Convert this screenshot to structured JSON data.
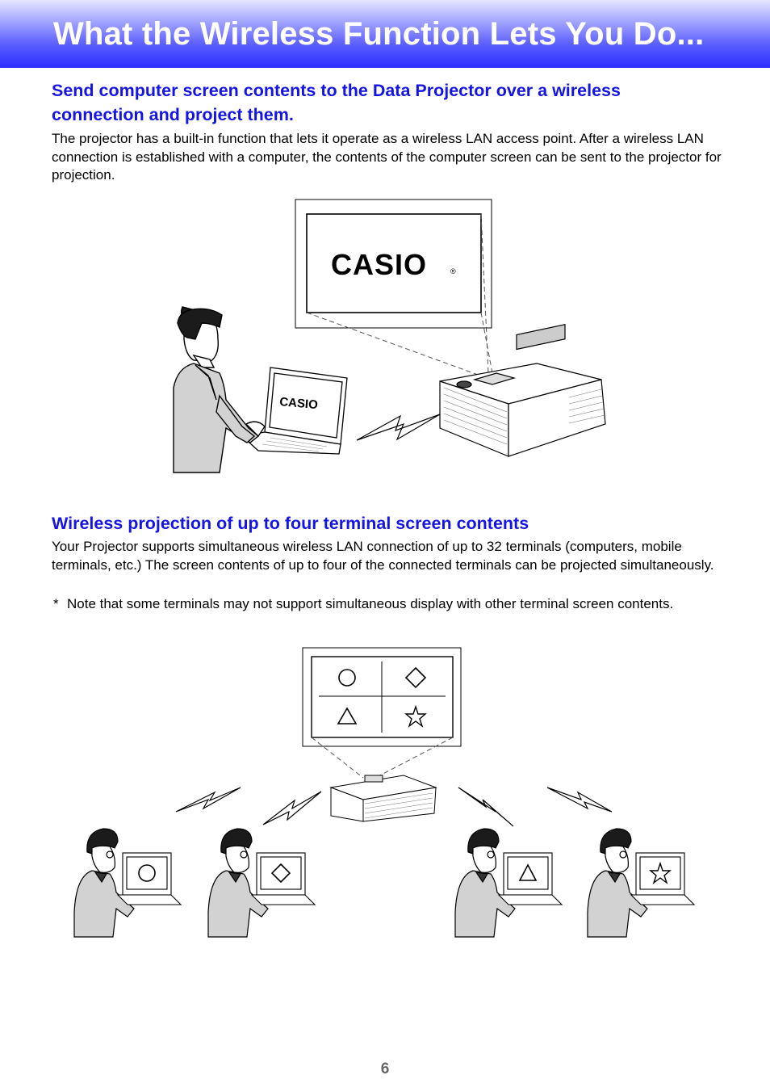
{
  "header": {
    "title": "What the Wireless Function Lets You Do..."
  },
  "section1": {
    "heading_line1": "Send computer screen contents to the Data Projector over a wireless",
    "heading_line2": "connection and project them.",
    "body": "The projector has a built-in function that lets it operate as a wireless LAN access point. After a wireless LAN connection is established with a computer, the contents of the computer screen can be sent to the projector for projection."
  },
  "figure1": {
    "screen_logo": "CASIO",
    "laptop_logo": "CASIO"
  },
  "section2": {
    "heading": "Wireless projection of up to four terminal screen contents",
    "body": "Your Projector supports simultaneous wireless LAN connection of up to 32 terminals (computers, mobile terminals, etc.) The screen contents of up to four of the connected terminals can be projected simultaneously.",
    "note_mark": "*",
    "note": "Note that some terminals may not support simultaneous display with other terminal screen contents."
  },
  "footer": {
    "page_number": "6"
  }
}
